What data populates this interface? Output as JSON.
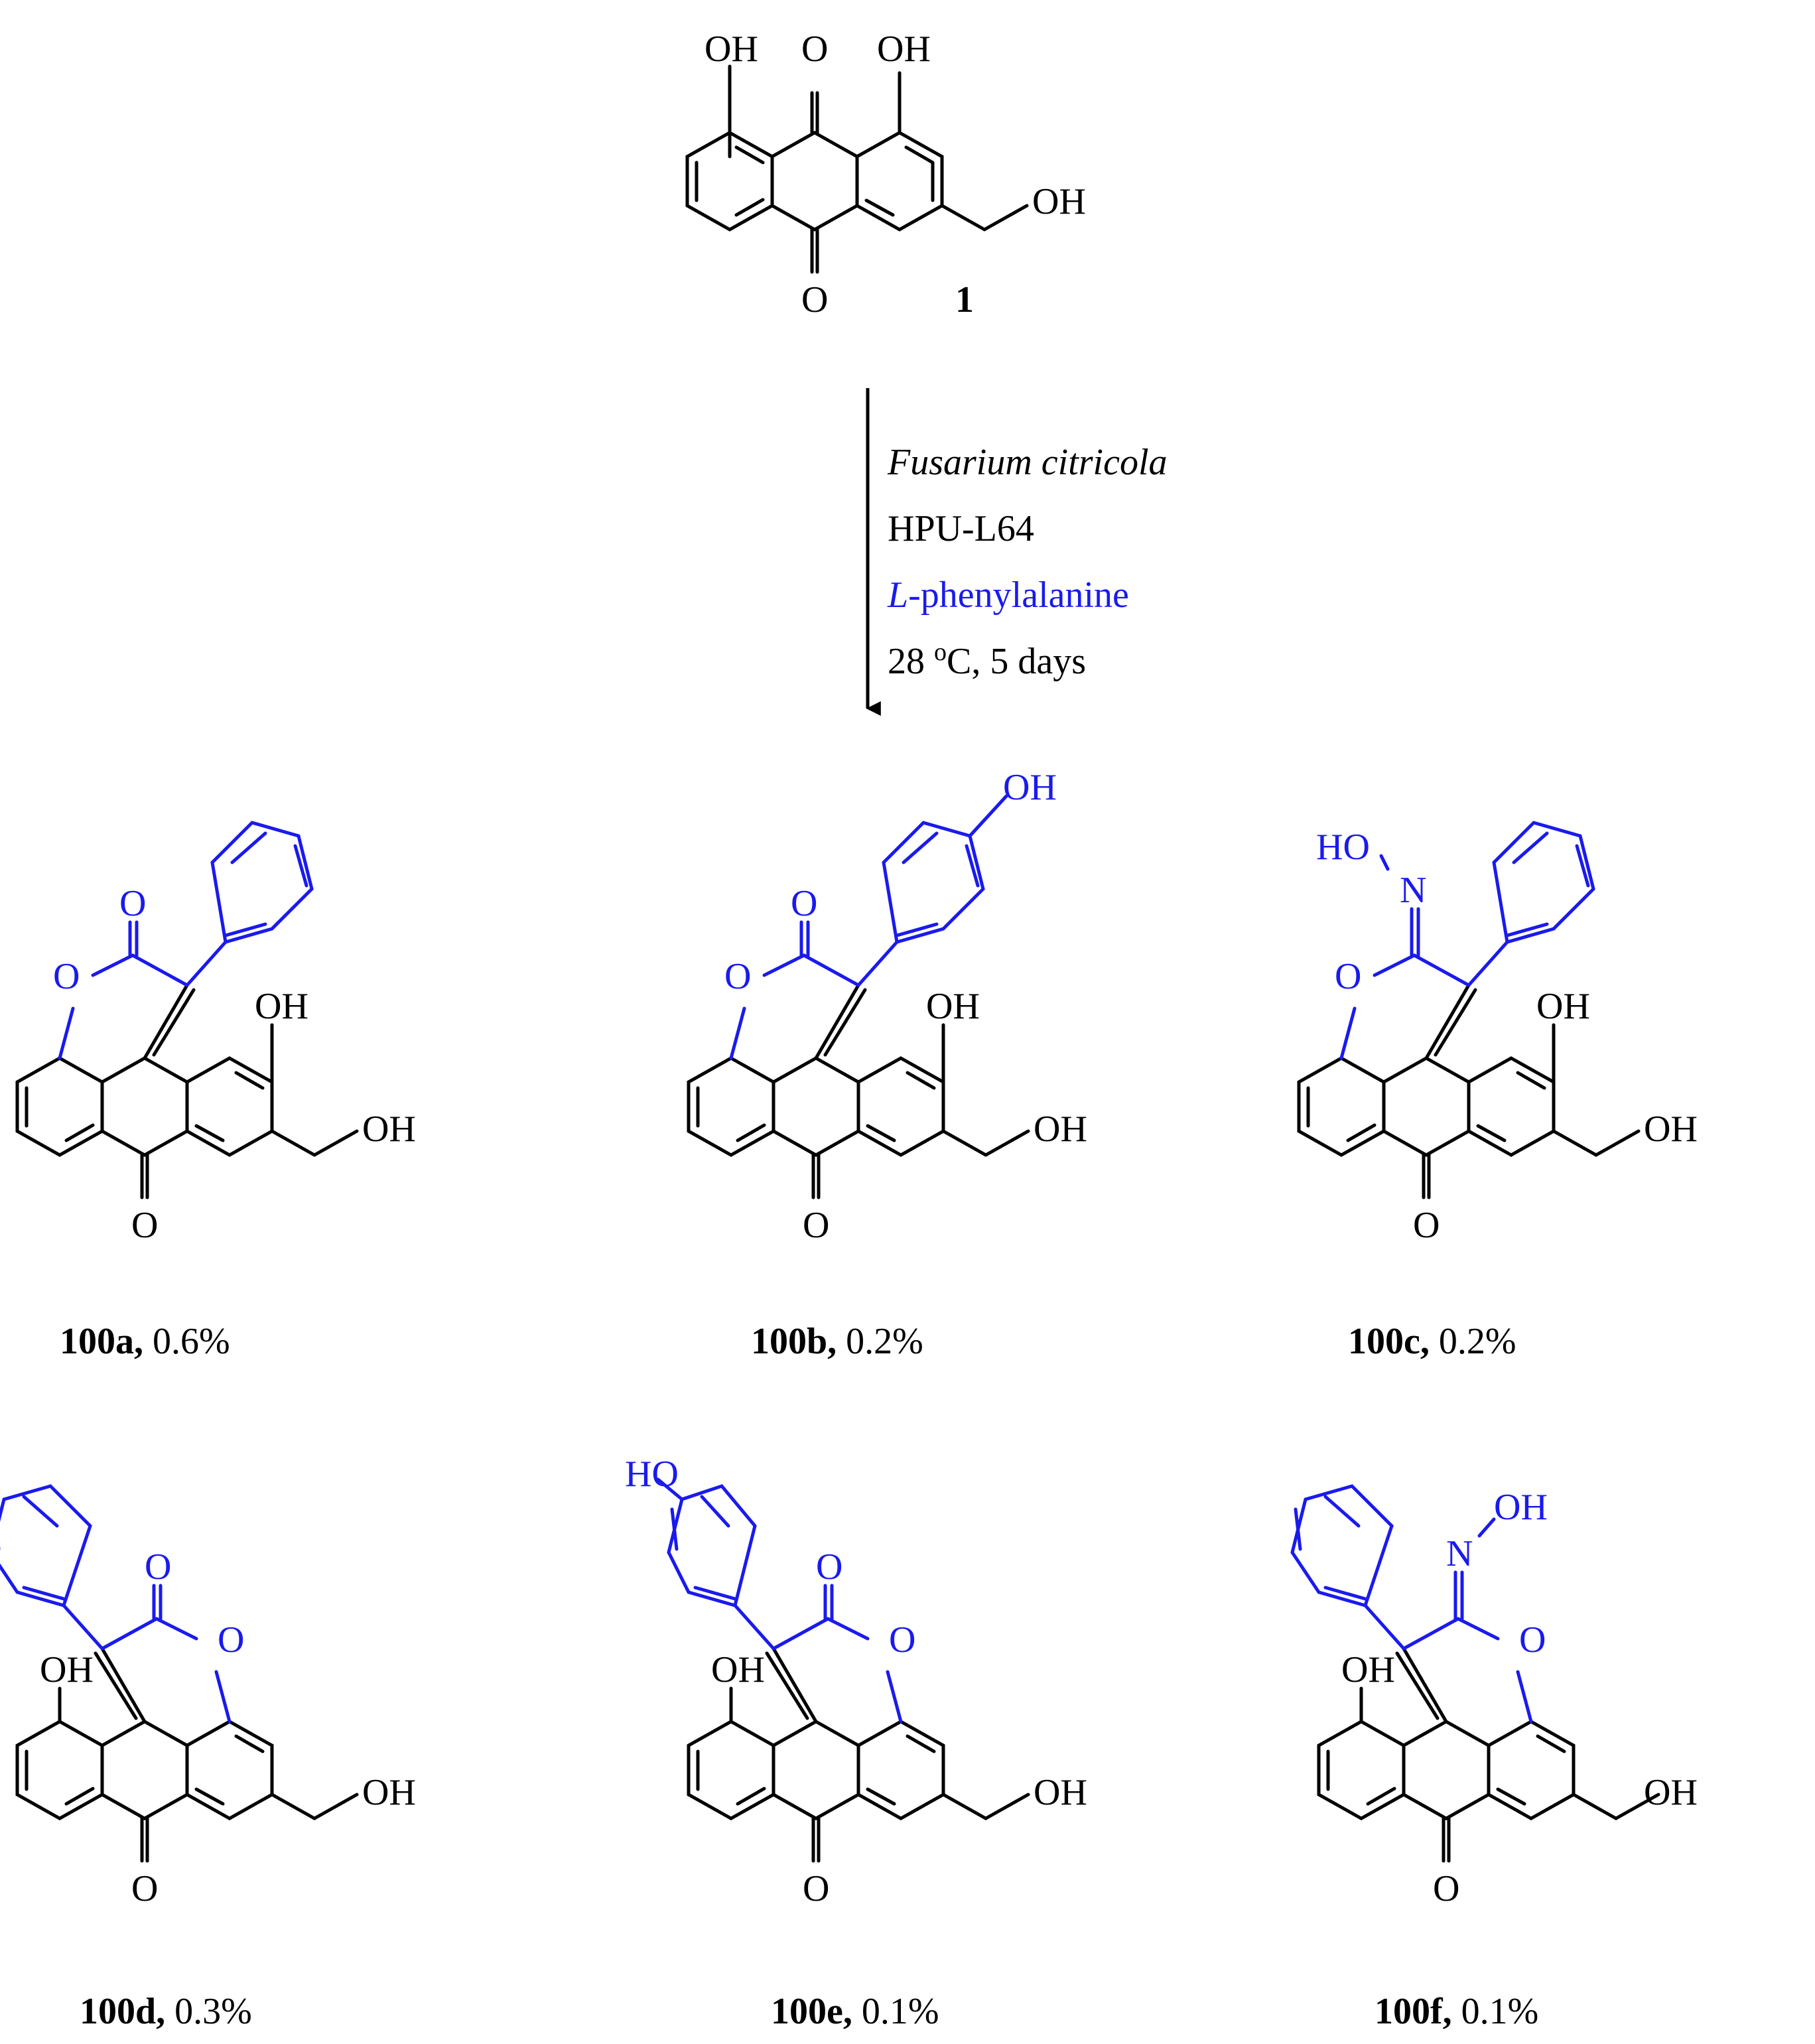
{
  "colors": {
    "scaffold": "#000000",
    "added": "#1a1aee"
  },
  "starting_material": {
    "id": "1",
    "oh_left": "OH",
    "oh_right": "OH",
    "ch2oh": "OH",
    "o_top": "O",
    "o_bottom": "O"
  },
  "arrow": {
    "organism": "Fusarium citricola",
    "strain": "HPU-L64",
    "additive_prefix": "L",
    "additive_suffix": "-phenylalanine",
    "conditions_temp": "28 ",
    "conditions_deg": "o",
    "conditions_rest": "C, 5 days"
  },
  "products": [
    {
      "id": "100a,",
      "yield": " 0.6%"
    },
    {
      "id": "100b,",
      "yield": " 0.2%"
    },
    {
      "id": "100c,",
      "yield": " 0.2%"
    },
    {
      "id": "100d,",
      "yield": " 0.3%"
    },
    {
      "id": "100e,",
      "yield": " 0.1%"
    },
    {
      "id": "100f,",
      "yield": " 0.1%"
    }
  ],
  "atoms": {
    "oh": "OH",
    "o": "O",
    "n": "N",
    "ho": "HO"
  }
}
